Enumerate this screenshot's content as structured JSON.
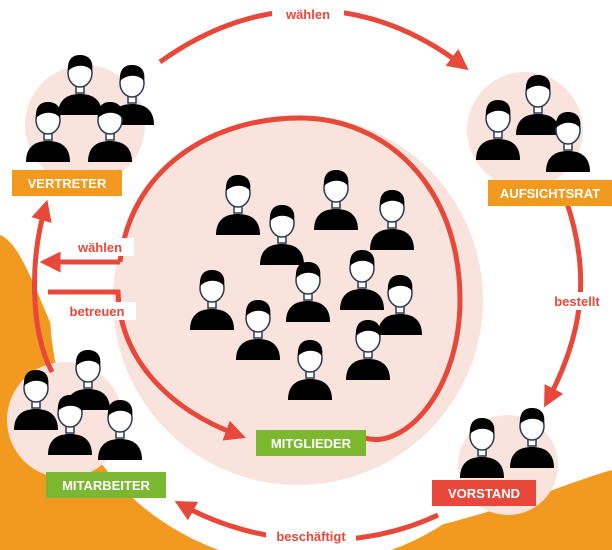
{
  "groups": {
    "vertreter": "VERTRETER",
    "aufsichtsrat": "AUFSICHTSRAT",
    "vorstand": "VORSTAND",
    "mitarbeiter": "MITARBEITER",
    "mitglieder": "MITGLIEDER"
  },
  "arrows": {
    "top": "wählen",
    "right": "bestellt",
    "bottom": "beschäftigt",
    "left_upper": "wählen",
    "left_lower": "betreuen"
  },
  "colors": {
    "arrow": "#e8483a",
    "blush": "#f9e3dd",
    "orange_bg": "#f29a1f",
    "label_orange": "#f29a1f",
    "label_green": "#7cb82f",
    "label_red": "#e8483a"
  }
}
